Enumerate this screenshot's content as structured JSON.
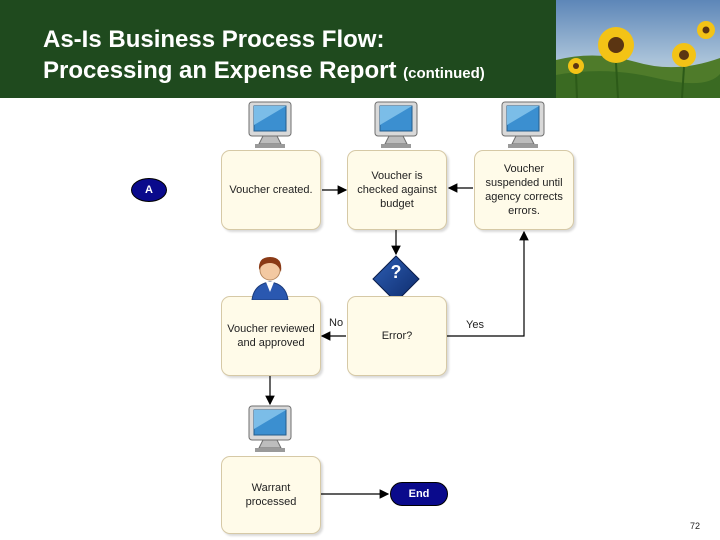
{
  "title": {
    "line1": "As-Is Business Process Flow:",
    "line2": "Processing an Expense Report",
    "suffix": "(continued)"
  },
  "nodes": {
    "connector_a": "A",
    "voucher_created": "Voucher created.",
    "voucher_checked": "Voucher is checked against budget",
    "voucher_suspended": "Voucher suspended until agency corrects errors.",
    "decision_symbol": "?",
    "voucher_reviewed": "Voucher reviewed and approved",
    "error_question": "Error?",
    "warrant_processed": "Warrant processed",
    "end": "End"
  },
  "edge_labels": {
    "no": "No",
    "yes": "Yes"
  },
  "icons": [
    "computer-icon",
    "person-icon",
    "sunflower-photo"
  ],
  "colors": {
    "header_bg": "#1f4a1e",
    "oval_fill": "#0a0a8c",
    "process_fill": "#fffbe9",
    "decision_fill": "#1a3f8f"
  },
  "page_number": "72"
}
